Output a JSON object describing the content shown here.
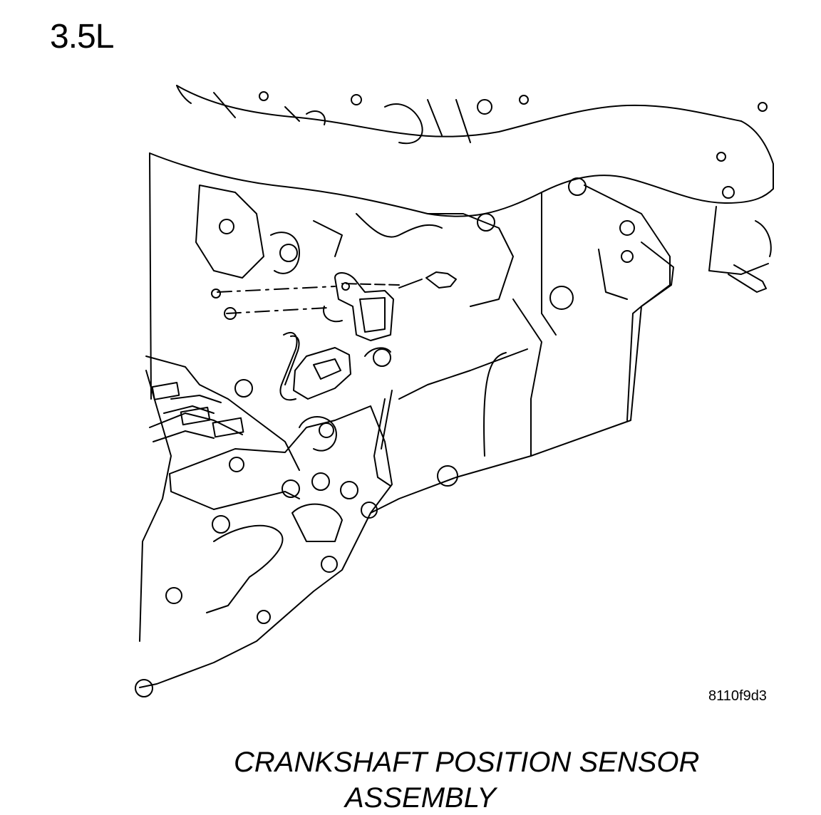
{
  "diagram": {
    "engine_label": "3.5L",
    "figure_id": "8110f9d3",
    "caption": {
      "line1": "CRANKSHAFT POSITION SENSOR",
      "line2": "ASSEMBLY"
    }
  }
}
